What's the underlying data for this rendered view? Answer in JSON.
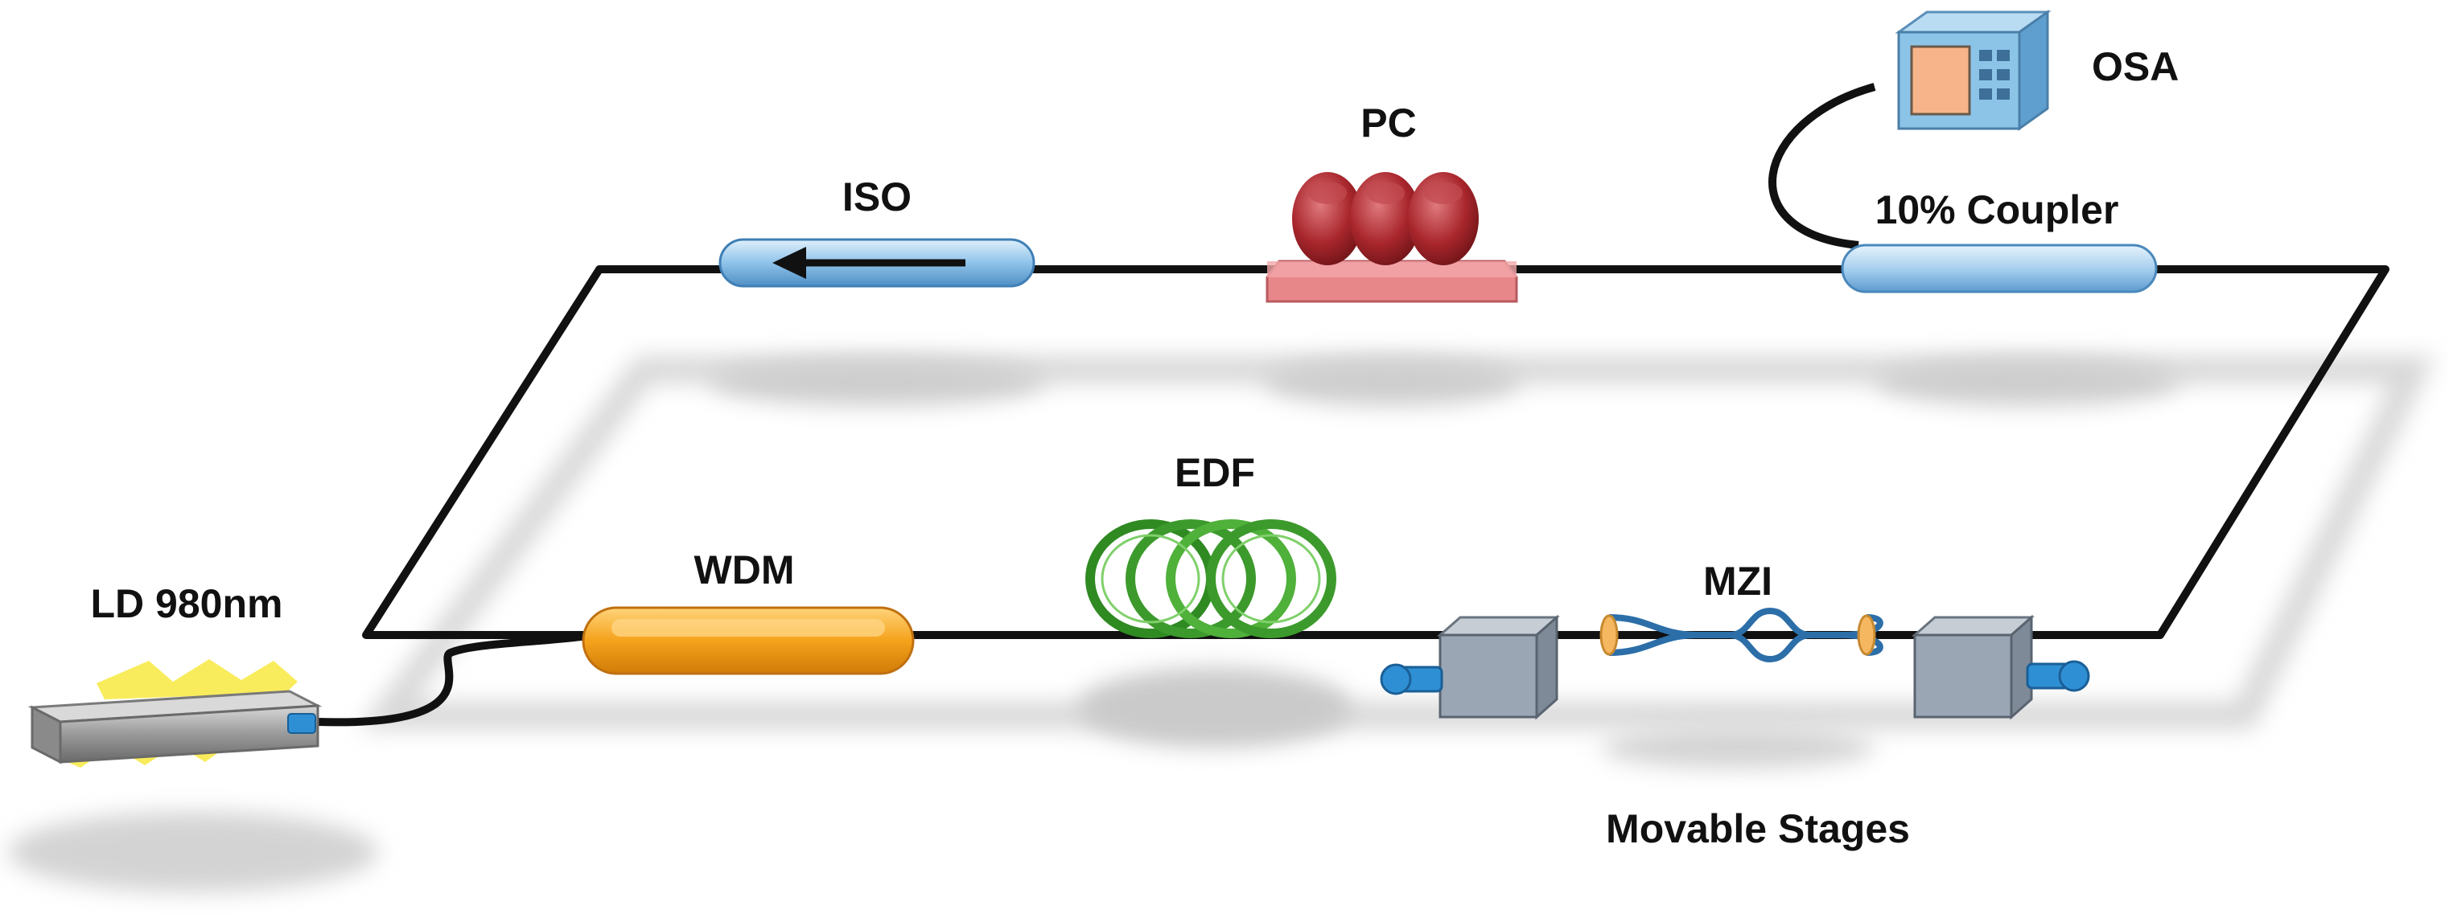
{
  "diagram": {
    "labels": {
      "osa": "OSA",
      "pc": "PC",
      "iso": "ISO",
      "coupler": "10% Coupler",
      "edf": "EDF",
      "wdm": "WDM",
      "ld": "LD 980nm",
      "mzi": "MZI",
      "stages": "Movable Stages"
    },
    "components": [
      {
        "id": "ld",
        "name": "LD 980nm",
        "type": "laser-diode-980nm"
      },
      {
        "id": "wdm",
        "name": "WDM",
        "type": "wavelength-division-multiplexer"
      },
      {
        "id": "edf",
        "name": "EDF",
        "type": "erbium-doped-fiber-coil"
      },
      {
        "id": "mzi",
        "name": "MZI",
        "type": "mach-zehnder-interferometer"
      },
      {
        "id": "stages",
        "name": "Movable Stages",
        "type": "translation-stage-pair"
      },
      {
        "id": "coupler",
        "name": "10% Coupler",
        "type": "fiber-coupler"
      },
      {
        "id": "osa",
        "name": "OSA",
        "type": "optical-spectrum-analyzer"
      },
      {
        "id": "pc",
        "name": "PC",
        "type": "polarization-controller"
      },
      {
        "id": "iso",
        "name": "ISO",
        "type": "isolator"
      }
    ],
    "connections": [
      [
        "ld",
        "wdm"
      ],
      [
        "wdm",
        "edf"
      ],
      [
        "edf",
        "mzi"
      ],
      [
        "mzi",
        "coupler"
      ],
      [
        "coupler",
        "osa"
      ],
      [
        "coupler",
        "pc"
      ],
      [
        "pc",
        "iso"
      ],
      [
        "iso",
        "wdm"
      ]
    ],
    "colors": {
      "fiber": "#111111",
      "isolator": "#8fc3ea",
      "coupler": "#a8d0ef",
      "pc_base": "#e8878a",
      "pc_paddle": "#a8262c",
      "edf": "#3c9a2c",
      "wdm": "#f5a21c",
      "stage": "#9aa6b3",
      "mzi": "#2c6ea8",
      "osa_body": "#8cc4e8",
      "osa_screen": "#f7b48a",
      "ld_glow": "#f7ea4a",
      "knob": "#2f8fd4"
    }
  }
}
